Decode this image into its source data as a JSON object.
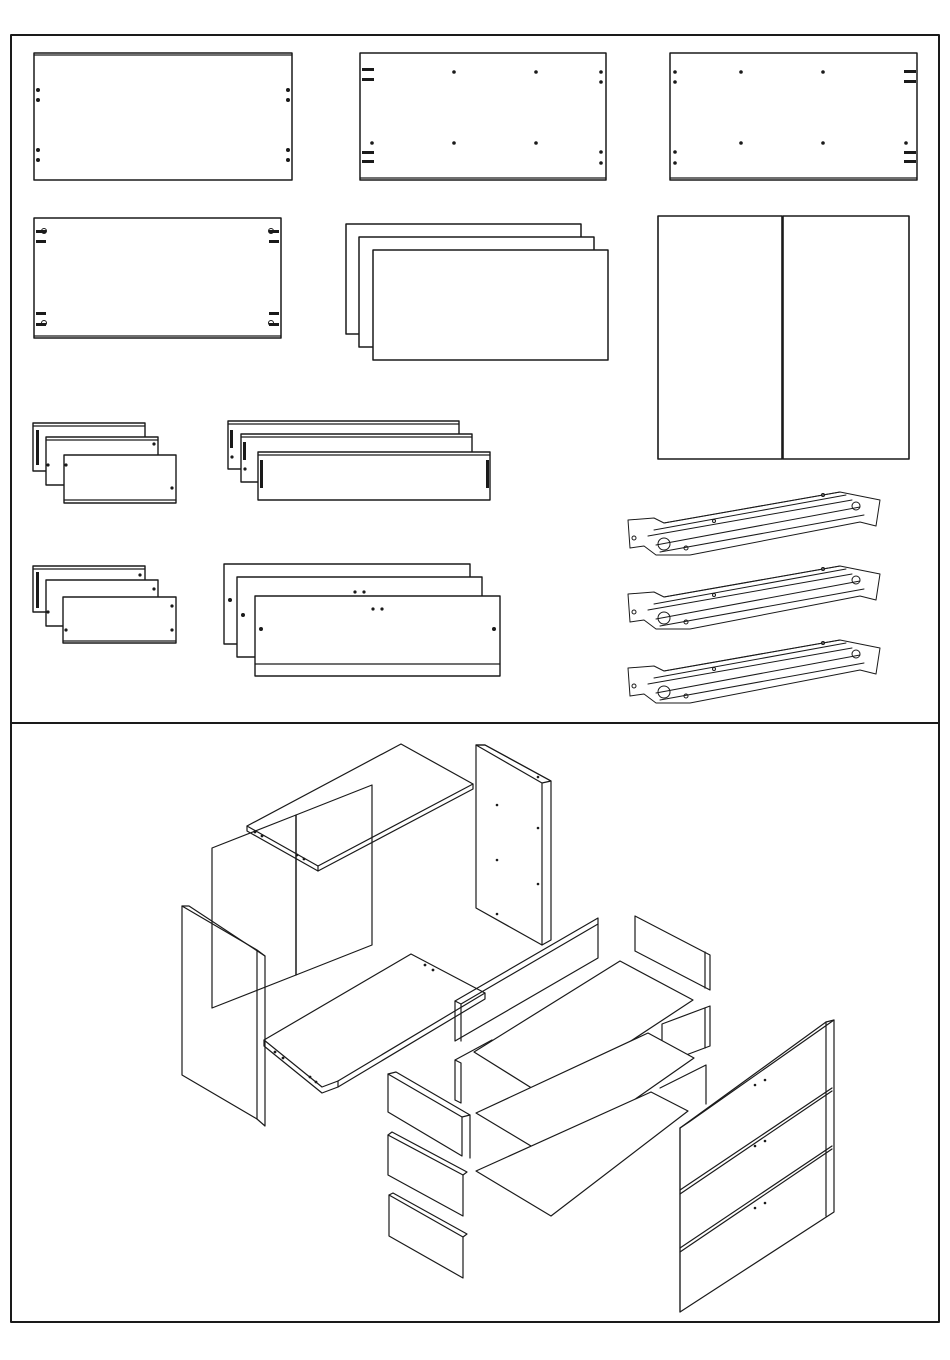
{
  "sheet": {
    "ink_color": "#1a1a1a",
    "paper_color": "#ffffff",
    "sections": [
      {
        "id": "parts-inventory"
      },
      {
        "id": "exploded-assembly-view"
      }
    ]
  },
  "parts": {
    "panels_large": 3,
    "back_panel": 1,
    "bottom_panels_stack": 3,
    "doors": 2,
    "small_drawer_sides_stack_a": 3,
    "drawer_backs_stack_a": 3,
    "small_drawer_sides_stack_b": 3,
    "drawer_fronts_stack": 3,
    "drawer_slides": 3
  }
}
